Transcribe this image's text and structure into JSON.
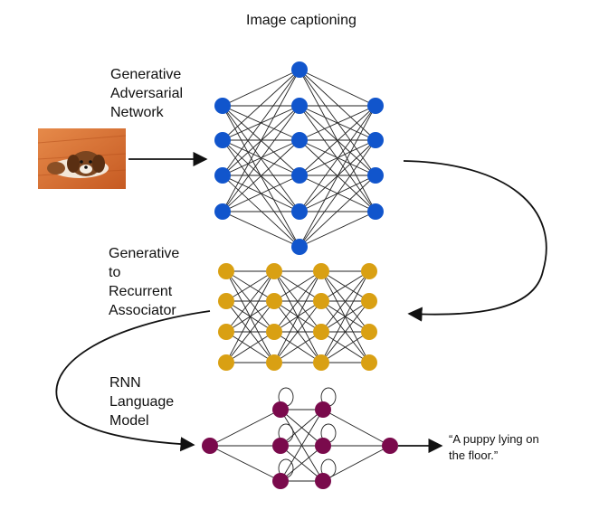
{
  "title": "Image captioning",
  "labels": {
    "gan": "Generative\nAdversarial\nNetwork",
    "assoc": "Generative\nto\nRecurrent\nAssociator",
    "rnn": "RNN\nLanguage\nModel",
    "caption": "“A puppy lying on\nthe floor.”"
  },
  "colors": {
    "gan": "#1155cc",
    "assoc": "#d9a013",
    "rnn": "#7a0a4c",
    "edge": "#222222",
    "photo_wood": "#d9743a",
    "photo_puppy": "#6b3a1a"
  },
  "icons": {
    "photo": "puppy-photo-icon"
  }
}
